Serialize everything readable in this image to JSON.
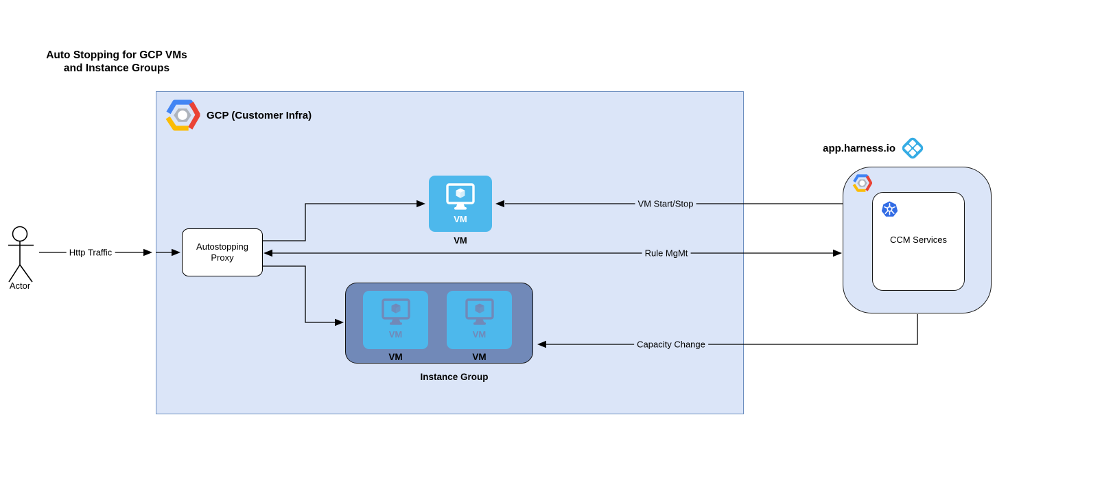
{
  "title": "Auto Stopping for GCP VMs\nand Instance Groups",
  "actor": {
    "label": "Actor"
  },
  "edges": {
    "http_traffic": "Http Traffic",
    "vm_start_stop": "VM Start/Stop",
    "rule_mgmt": "Rule MgMt",
    "capacity_change": "Capacity Change"
  },
  "gcp": {
    "label": "GCP (Customer Infra)"
  },
  "proxy": {
    "label": "Autostopping Proxy"
  },
  "vm": {
    "icon_label": "VM",
    "label": "VM"
  },
  "instance_group": {
    "label": "Instance Group",
    "vms": [
      {
        "icon_label": "VM",
        "label": "VM"
      },
      {
        "icon_label": "VM",
        "label": "VM"
      }
    ]
  },
  "harness": {
    "label": "app.harness.io",
    "ccm_label": "CCM Services"
  },
  "icons": {
    "gcp_logo": "gcp-hexagon-logo",
    "harness_logo": "harness-diamond-logo",
    "kubernetes": "kubernetes-wheel-logo",
    "vm": "vm-monitor-cube-icon",
    "actor": "actor-stick-figure"
  },
  "colors": {
    "gcp_fill": "#dbe5f8",
    "gcp_stroke": "#6c8ebf",
    "vm_blue": "#4db8ec",
    "group_fill": "#7189b8",
    "harness_blue": "#35ace4",
    "k8s_blue": "#326ce5",
    "google_blue": "#4285f4",
    "google_red": "#ea4335",
    "google_yellow": "#fbbc05",
    "google_gray": "#aeb4bd",
    "edge_black": "#000000"
  }
}
